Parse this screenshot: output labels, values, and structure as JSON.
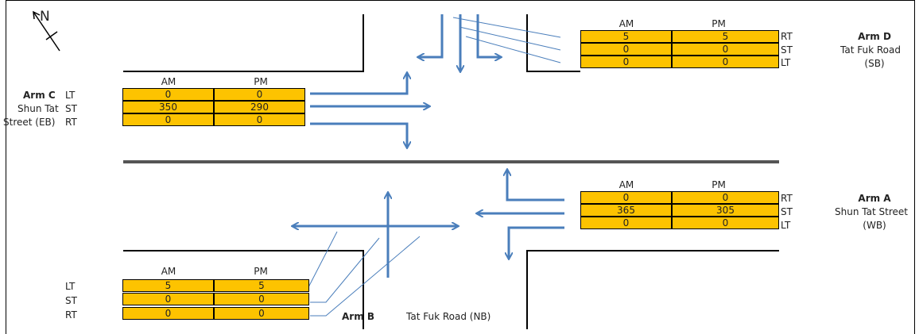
{
  "compass": {
    "label": "N"
  },
  "col_headers": {
    "am": "AM",
    "pm": "PM"
  },
  "arms": {
    "arm_c": {
      "title": "Arm C",
      "name_line1": "Shun Tat",
      "name_line2": "Street (EB)",
      "rows": [
        {
          "movement": "LT",
          "am": "0",
          "pm": "0"
        },
        {
          "movement": "ST",
          "am": "350",
          "pm": "290"
        },
        {
          "movement": "RT",
          "am": "0",
          "pm": "0"
        }
      ]
    },
    "arm_d": {
      "title": "Arm D",
      "name_line1": "Tat Fuk Road",
      "name_line2": "(SB)",
      "rows": [
        {
          "movement": "RT",
          "am": "5",
          "pm": "5"
        },
        {
          "movement": "ST",
          "am": "0",
          "pm": "0"
        },
        {
          "movement": "LT",
          "am": "0",
          "pm": "0"
        }
      ]
    },
    "arm_a": {
      "title": "Arm A",
      "name_line1": "Shun Tat Street",
      "name_line2": "(WB)",
      "rows": [
        {
          "movement": "RT",
          "am": "0",
          "pm": "0"
        },
        {
          "movement": "ST",
          "am": "365",
          "pm": "305"
        },
        {
          "movement": "LT",
          "am": "0",
          "pm": "0"
        }
      ]
    },
    "arm_b": {
      "title": "Arm B",
      "name": "Tat Fuk Road (NB)",
      "rows": [
        {
          "movement": "LT",
          "am": "5",
          "pm": "5"
        },
        {
          "movement": "ST",
          "am": "0",
          "pm": "0"
        },
        {
          "movement": "RT",
          "am": "0",
          "pm": "0"
        }
      ]
    }
  },
  "colors": {
    "cell_fill": "#fdc300",
    "arrow": "#4a7ebb",
    "road_line": "#000000",
    "median": "#555555"
  }
}
